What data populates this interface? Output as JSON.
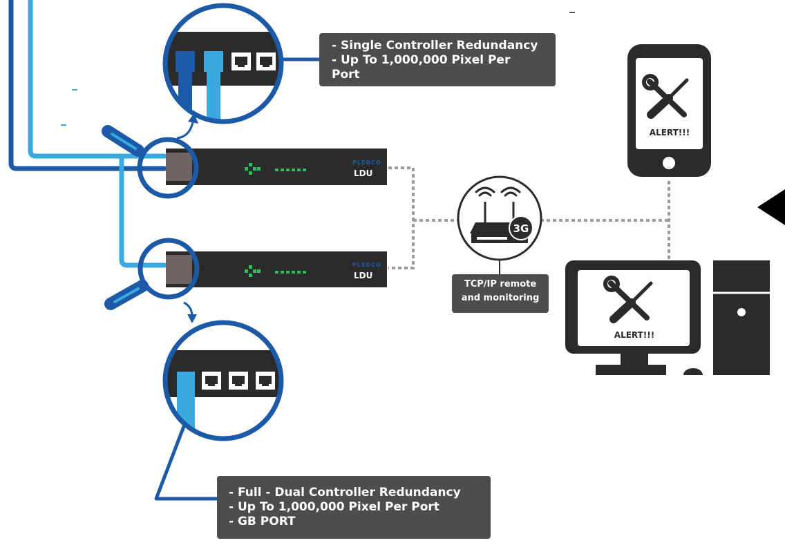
{
  "devices": {
    "ldu_top": {
      "brand": "PLEDCO",
      "label": "LDU"
    },
    "ldu_bottom": {
      "brand": "PLEDCO",
      "label": "LDU"
    }
  },
  "router": {
    "badge": "3G",
    "caption": [
      "TCP/IP remote",
      "and monitoring"
    ]
  },
  "phone": {
    "alert": "ALERT!!!"
  },
  "monitor": {
    "alert": "ALERT!!!"
  },
  "callouts": {
    "top": [
      "- Single Controller Redundancy",
      "- Up To 1,000,000 Pixel Per",
      "Port"
    ],
    "bottom": [
      "- Full - Dual Controller Redundancy",
      "- Up To 1,000,000 Pixel Per Port",
      "- GB PORT"
    ]
  },
  "colors": {
    "dark_blue": "#1c5aa8",
    "light_blue": "#3aa9e0",
    "device_dark": "#2a2a2a",
    "callout_bg": "#4d4d4d",
    "led_green": "#2fbf5a",
    "dotted_line": "#9b9b9b"
  },
  "icons": [
    "magnifier-icon",
    "ethernet-port-icon",
    "wifi-icon",
    "router-icon",
    "smartphone-icon",
    "wrench-screwdriver-icon",
    "monitor-icon",
    "pc-tower-icon",
    "arrow-left-icon"
  ]
}
